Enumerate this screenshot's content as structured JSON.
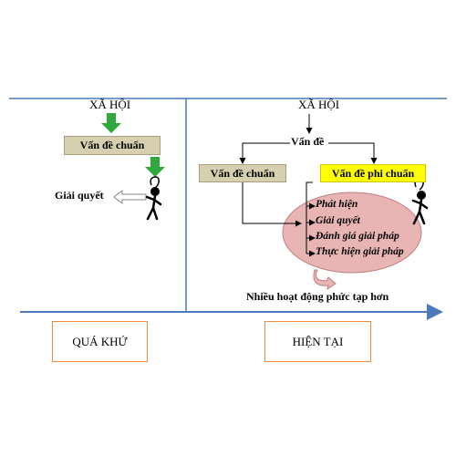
{
  "left_panel": {
    "society": "XÃ HỘI",
    "standard_problem": "Vấn đề chuẩn",
    "solve": "Giải quyết"
  },
  "right_panel": {
    "society": "XÃ HỘI",
    "problem": "Vấn đề",
    "standard_problem": "Vấn đề chuẩn",
    "nonstandard_problem": "Vấn đề phi chuẩn",
    "steps": [
      "Phát hiện",
      "Giải quyết",
      "Đánh giá giải pháp",
      "Thực hiện giải pháp"
    ],
    "note": "Nhiều hoạt động phức tạp hơn"
  },
  "timeline": {
    "past": "QUÁ KHỨ",
    "present": "HIỆN TẠI"
  },
  "colors": {
    "line_blue": "#4a7ab8",
    "green_arrow": "#2eaa3c",
    "tan_box": "#d6d0b0",
    "yellow_box": "#ffff00",
    "pink_ellipse": "#e8b4b4",
    "orange_border": "#f28c3c"
  },
  "icons": [
    "thinking-stick-figure-icon",
    "green-down-arrow-icon",
    "hollow-left-arrow-icon",
    "curved-arrow-icon"
  ]
}
